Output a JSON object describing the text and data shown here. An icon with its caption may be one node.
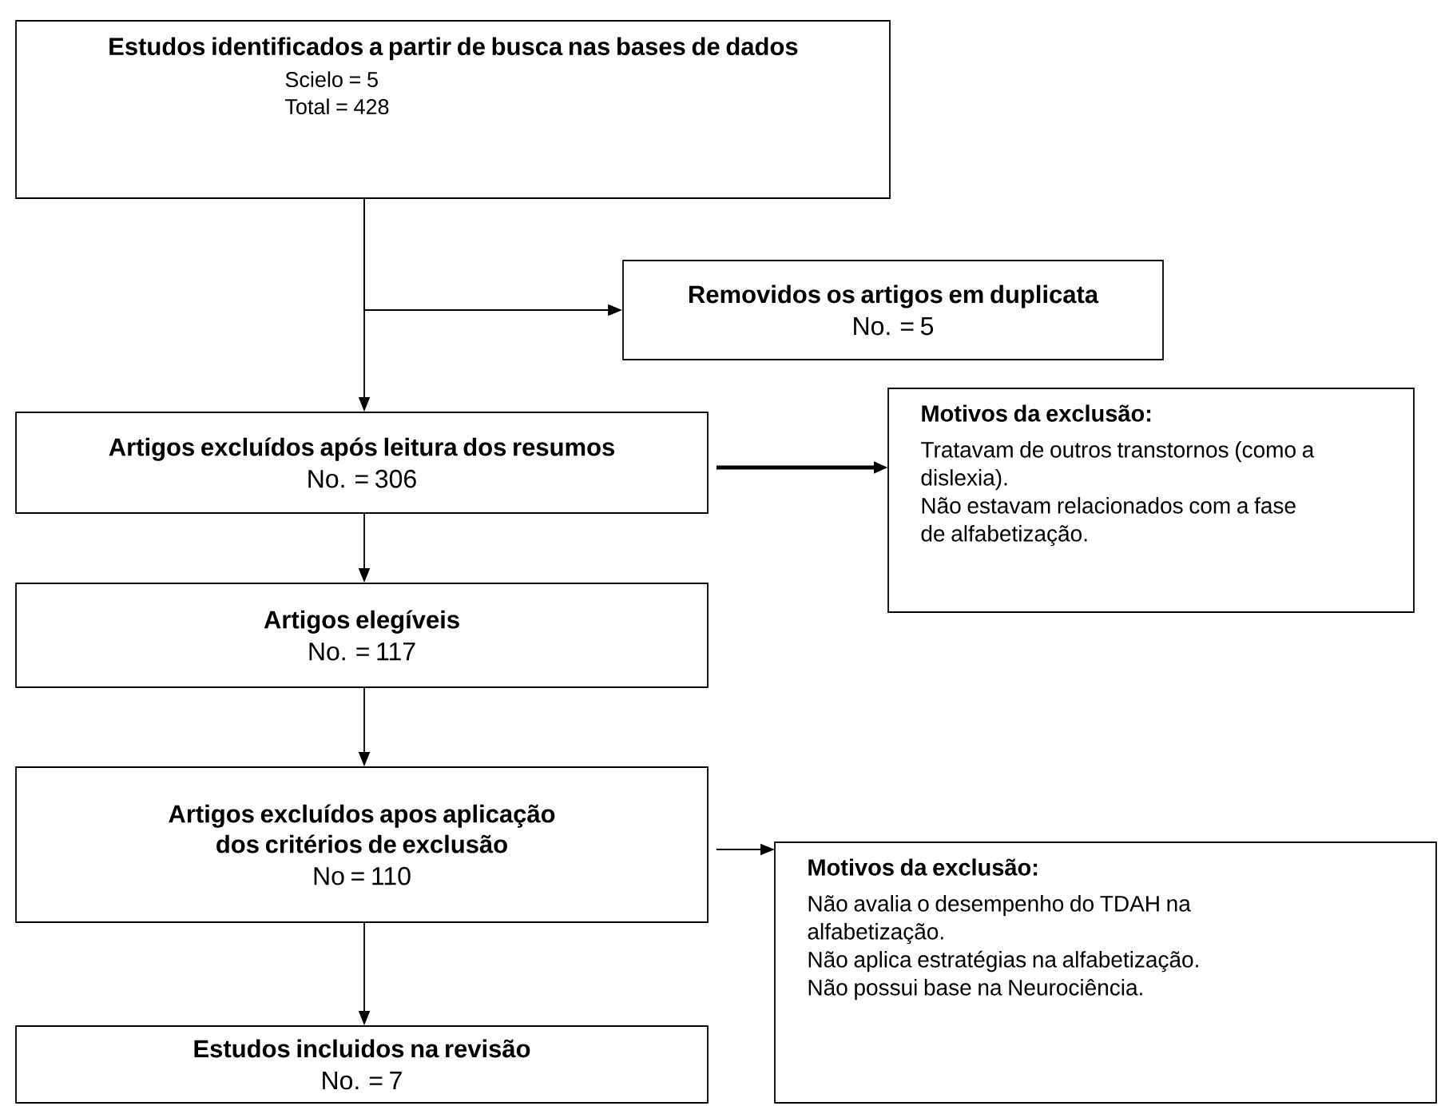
{
  "diagram": {
    "nodes": [
      {
        "text": [
          "Estudos identificados a partir de busca nas bases de dados",
          "Scielo = 5",
          "Total = 428"
        ]
      },
      {
        "text": [
          "Removidos os artigos em duplicata",
          "No. = 5"
        ]
      },
      {
        "text": [
          "Artigos excluídos após leitura dos resumos",
          "No. = 306"
        ]
      },
      {
        "text": [
          "Motivos da exclusão:",
          "Tratavam de outros transtornos (como a dislexia).",
          "Não estavam relacionados com a fase de alfabetização."
        ]
      },
      {
        "text": [
          "Artigos elegíveis",
          "No. = 117"
        ]
      },
      {
        "text": [
          "Artigos excluídos apos aplicação dos critérios de exclusão",
          "No = 110"
        ]
      },
      {
        "text": [
          "Motivos da exclusão:",
          "Não avalia o desempenho do TDAH na alfabetização.",
          "Não aplica estratégias na alfabetização.",
          "Não possui base na Neurociência."
        ]
      },
      {
        "text": [
          "Estudos incluidos na revisão",
          "No. = 7"
        ]
      }
    ],
    "edges": [
      {
        "from": 0,
        "to": 1,
        "arrow": "to"
      },
      {
        "from": 0,
        "to": 2,
        "arrow": "to"
      },
      {
        "from": 2,
        "to": 3,
        "arrow": "to",
        "style": "thick"
      },
      {
        "from": 2,
        "to": 4,
        "arrow": "to"
      },
      {
        "from": 4,
        "to": 5,
        "arrow": "to"
      },
      {
        "from": 5,
        "to": 7,
        "arrow": "to"
      },
      {
        "from": 5,
        "to": 6,
        "arrow": "to"
      }
    ]
  }
}
